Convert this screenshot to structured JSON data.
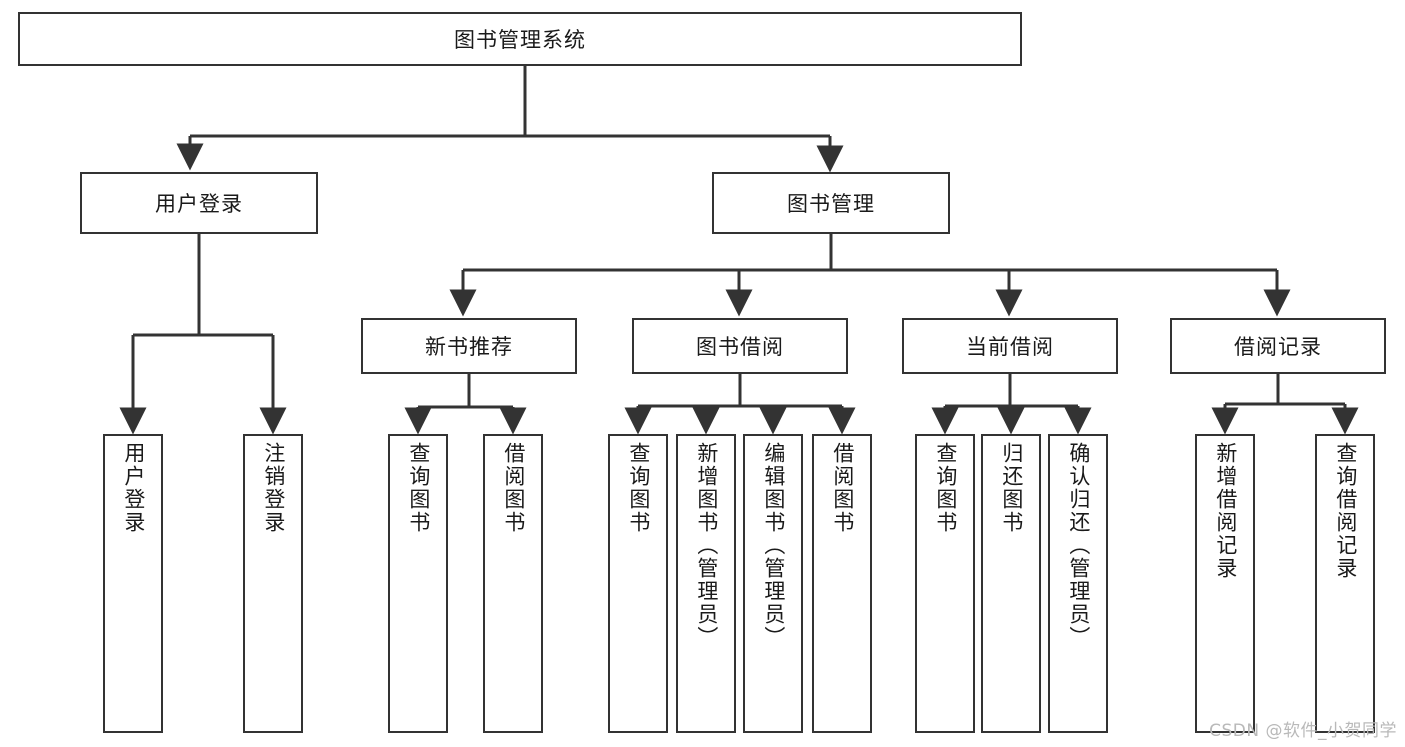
{
  "diagram": {
    "type": "tree-hierarchy-chart",
    "title": "图书管理系统",
    "background_color": "#ffffff",
    "line_color": "#333333",
    "text_color": "#1a1a1a",
    "levels": 3,
    "nodes": {
      "root": {
        "label": "图书管理系统",
        "level": 0,
        "orientation": "horizontal"
      },
      "l1": [
        {
          "id": "user-login",
          "label": "用户登录",
          "level": 1,
          "orientation": "horizontal"
        },
        {
          "id": "book-manage",
          "label": "图书管理",
          "level": 1,
          "orientation": "horizontal"
        }
      ],
      "l2": [
        {
          "id": "new-book-recommend",
          "label": "新书推荐",
          "level": 2,
          "orientation": "horizontal"
        },
        {
          "id": "book-borrow",
          "label": "图书借阅",
          "level": 2,
          "orientation": "horizontal"
        },
        {
          "id": "current-borrow",
          "label": "当前借阅",
          "level": 2,
          "orientation": "horizontal"
        },
        {
          "id": "borrow-record",
          "label": "借阅记录",
          "level": 2,
          "orientation": "horizontal"
        }
      ],
      "leaves": {
        "user_login": [
          {
            "id": "leaf-user-login",
            "label": "用户登录"
          },
          {
            "id": "leaf-user-logout",
            "label": "注销登录"
          }
        ],
        "new_book_recommend": [
          {
            "id": "leaf-query-book-1",
            "label": "查询图书"
          },
          {
            "id": "leaf-borrow-book-1",
            "label": "借阅图书"
          }
        ],
        "book_borrow": [
          {
            "id": "leaf-query-book-2",
            "label": "查询图书"
          },
          {
            "id": "leaf-add-book-admin",
            "label": "新增图书（管理员）"
          },
          {
            "id": "leaf-edit-book-admin",
            "label": "编辑图书（管理员）"
          },
          {
            "id": "leaf-borrow-book-2",
            "label": "借阅图书"
          }
        ],
        "current_borrow": [
          {
            "id": "leaf-query-book-3",
            "label": "查询图书"
          },
          {
            "id": "leaf-return-book",
            "label": "归还图书"
          },
          {
            "id": "leaf-confirm-return-admin",
            "label": "确认归还（管理员）"
          }
        ],
        "borrow_record": [
          {
            "id": "leaf-add-borrow-record",
            "label": "新增借阅记录"
          },
          {
            "id": "leaf-query-borrow-record",
            "label": "查询借阅记录"
          }
        ]
      }
    }
  },
  "watermark": {
    "text": "CSDN @软件_小贺同学"
  }
}
